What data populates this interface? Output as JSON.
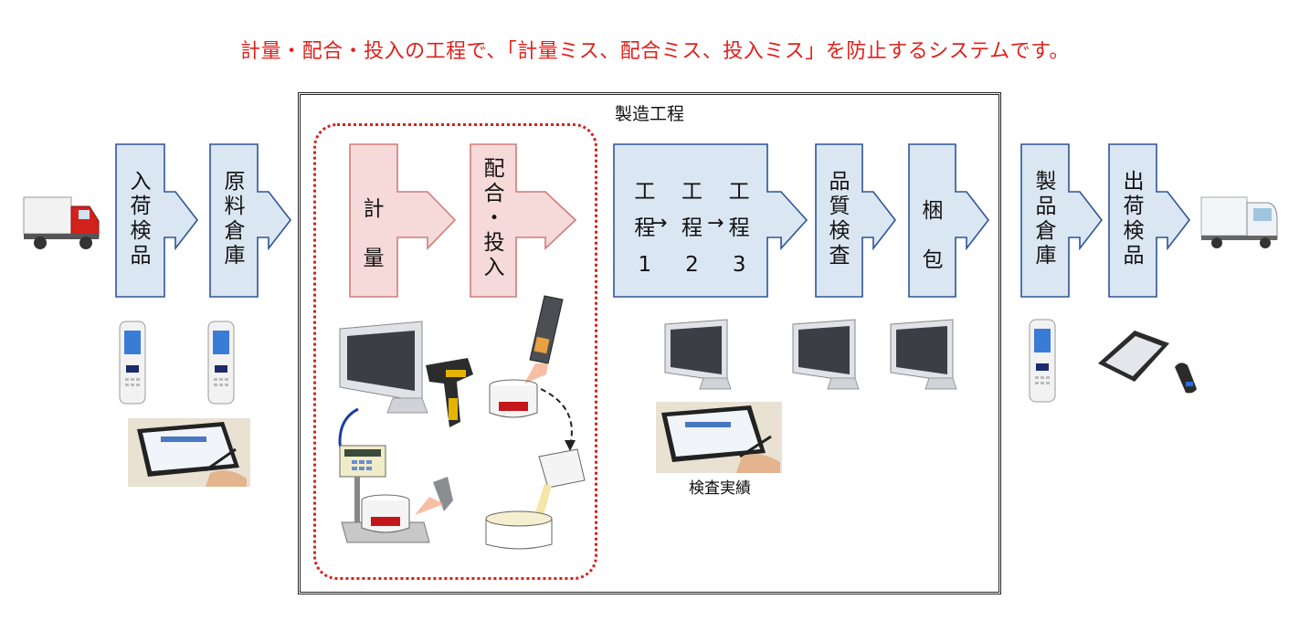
{
  "headline": "計量・配合・投入の工程で、「計量ミス、配合ミス、投入ミス」を防止するシステムです。",
  "manufacturing_label": "製造工程",
  "steps": {
    "receiving": [
      "入",
      "荷",
      "検",
      "品"
    ],
    "raw_warehouse": [
      "原",
      "料",
      "倉",
      "庫"
    ],
    "weighing": [
      "計",
      "量"
    ],
    "mixing": [
      "配",
      "合",
      "・",
      "投",
      "入"
    ],
    "processes": [
      [
        "工",
        "程",
        "1"
      ],
      [
        "工",
        "程",
        "2"
      ],
      [
        "工",
        "程",
        "3"
      ]
    ],
    "process_arrow": "→",
    "quality": [
      "品",
      "質",
      "検",
      "査"
    ],
    "packing": [
      "梱",
      "包"
    ],
    "product_warehouse": [
      "製",
      "品",
      "倉",
      "庫"
    ],
    "shipping": [
      "出",
      "荷",
      "検",
      "品"
    ]
  },
  "inspection_label": "検査実績",
  "colors": {
    "headline": "#e0201b",
    "blue_fill": "#dbe6f3",
    "blue_stroke": "#2f5496",
    "red_fill": "#f6d9d9",
    "red_stroke": "#d07c7c"
  },
  "icons": [
    "truck-red-icon",
    "handheld-terminal-icon",
    "tablet-pen-icon",
    "touch-panel-pc-icon",
    "barcode-scanner-icon",
    "scale-icon",
    "beaker-icon",
    "pour-icon",
    "tablet-icon",
    "wireless-scanner-icon",
    "truck-white-icon"
  ]
}
